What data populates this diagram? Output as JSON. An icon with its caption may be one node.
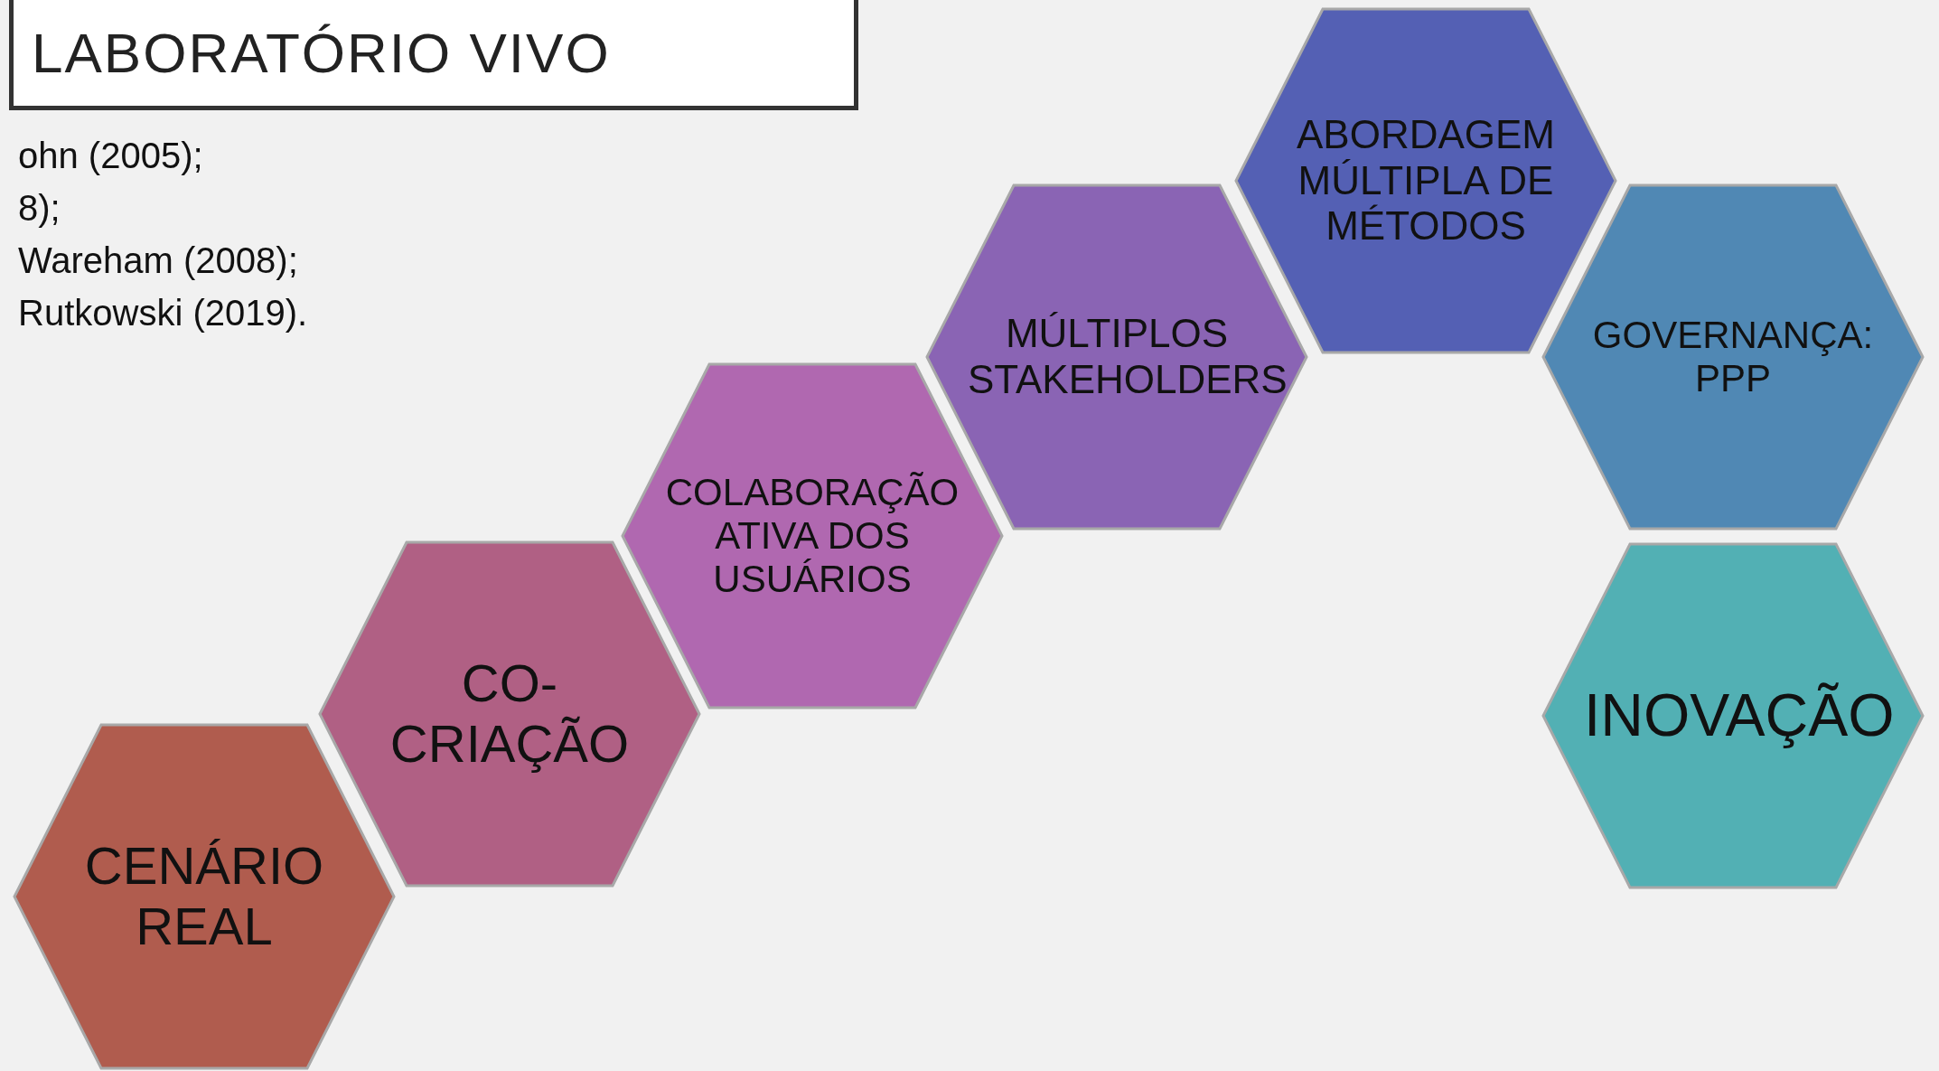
{
  "diagram": {
    "title": "LABORATÓRIO VIVO",
    "nodes": [
      {
        "text": [
          "CENÁRIO REAL"
        ]
      },
      {
        "text": [
          "CO-CRIAÇÃO"
        ]
      },
      {
        "text": [
          "COLABORAÇÃO ATIVA DOS USUÁRIOS"
        ]
      },
      {
        "text": [
          "MÚLTIPLOS STAKEHOLDERS"
        ]
      },
      {
        "text": [
          "ABORDAGEM MÚLTIPLA DE MÉTODOS"
        ]
      },
      {
        "text": [
          "GOVERNANÇA: PPP"
        ]
      },
      {
        "text": [
          "INOVAÇÃO"
        ]
      }
    ],
    "edges": [],
    "labels": [
      "ohn (2005);",
      "8);",
      "Wareham (2008);",
      "Rutkowski (2019)."
    ]
  }
}
